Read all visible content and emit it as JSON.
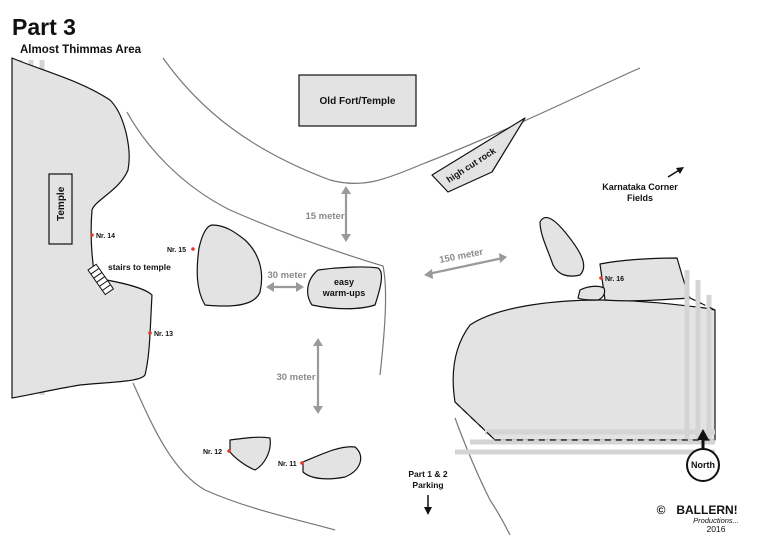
{
  "header": {
    "title": "Part 3",
    "subtitle": "Almost Thimmas Area"
  },
  "places": {
    "old_fort": "Old Fort/Temple",
    "temple": "Temple",
    "high_cut_rock": "high cut rock",
    "karnataka_line1": "Karnataka Corner",
    "karnataka_line2": "Fields",
    "stairs": "stairs to temple",
    "easy_line1": "easy",
    "easy_line2": "warm-ups",
    "parking_line1": "Part 1 & 2",
    "parking_line2": "Parking"
  },
  "spots": {
    "nr11": "Nr. 11",
    "nr12": "Nr. 12",
    "nr13": "Nr. 13",
    "nr14": "Nr. 14",
    "nr15": "Nr. 15",
    "nr16": "Nr. 16"
  },
  "distances": {
    "d15": "15 meter",
    "d30a": "30 meter",
    "d30b": "30 meter",
    "d150": "150 meter"
  },
  "compass": {
    "label": "North"
  },
  "credit": {
    "copyright": "©",
    "brand": "BALLERN!",
    "sub": "Productions...",
    "year": "2016"
  },
  "colors": {
    "spot_marker": "#e03a2a",
    "rock_fill": "#e3e3e3",
    "distance_arrow": "#9a9a9a"
  }
}
